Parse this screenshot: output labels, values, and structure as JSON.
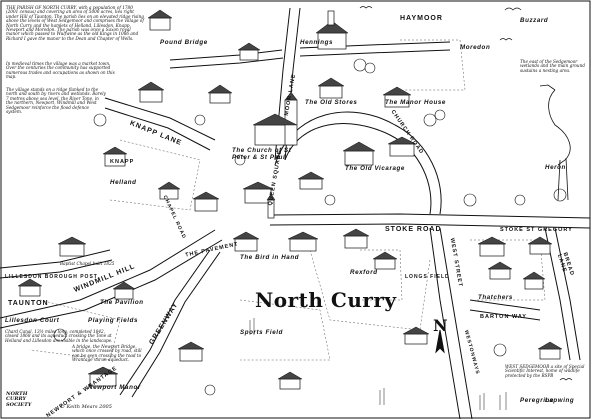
{
  "map": {
    "title": "North Curry",
    "colors": {
      "ink": "#111111",
      "paper": "#ffffff"
    },
    "intro_text": "THE PARISH OF NORTH CURRY, with a population of 1780 (2001 census) and covering an area of 5000 acres, lies right under Hill of Taunton. The parish lies on an elevated ridge rising above the levels of West Sedgemoor and comprises the village of North Curry and the hamlets of Helland, Lillesdon, Knapp, Newport and Moredon. The parish was once a Saxon royal manor which passed to Wulfwine as the old Kings in 1086 and Richard I gave the manor to the Dean and Chapter of Wells.",
    "intro_text_2": "In medieval times the village was a market town. Over the centuries the community has supported numerous trades and occupations as shown on this map.",
    "intro_text_3": "The village stands on a ridge flanked to the north and south by rivers and wetlands. Barely 7 metres above sea level, the River Tone, in the northern, Newport, Windmill and West Sedgemoor reinforce the flood defence system.",
    "canal_text": "Chard Canal, 13½ miles long, completed 1842, closed 1868 and its aqueduct crossing the Tone at Helland and Lillesdon are visible in the landscape.",
    "newport_text": "A bridge, the Newport Bridge, which once crossed by road, still can be seen crossing the road to Wrantage via an aqueduct.",
    "baptist_text": "Baptist Chapel built 1825",
    "heron_text": "The east of the Sedgemoor wetlands and the main ground sustains a nesting area.",
    "sedgemoor_text": "WEST SEDGEMOOR a site of Special Scientific Interest, home of wildlife protected by the RSPB",
    "society": "NORTH CURRY SOCIETY",
    "copyright": "© Keith Mears 2005",
    "roads": [
      {
        "label": "KNAPP LANE"
      },
      {
        "label": "WINDMILL HILL"
      },
      {
        "label": "STOKE ROAD"
      },
      {
        "label": "STOKE ST GREGORY"
      },
      {
        "label": "GREENWAY"
      },
      {
        "label": "NEWPORT & WRANTAGE"
      },
      {
        "label": "THE PAVEMENT"
      },
      {
        "label": "MOOR LANE"
      },
      {
        "label": "CHURCH ROAD"
      },
      {
        "label": "BREAD LANE"
      },
      {
        "label": "WEST STREET"
      },
      {
        "label": "CHAPEL ROAD"
      },
      {
        "label": "QUEEN SQUARE"
      },
      {
        "label": "LILLESDON BOROUGH POST"
      },
      {
        "label": "TAUNTON"
      },
      {
        "label": "KNAPP"
      },
      {
        "label": "HAYMOOR"
      },
      {
        "label": "BARTON WAY"
      },
      {
        "label": "LONGS FIELD"
      },
      {
        "label": "WESTONWAYS"
      }
    ],
    "places": [
      {
        "label": "Pound Bridge"
      },
      {
        "label": "Helland"
      },
      {
        "label": "Lillesdon Court"
      },
      {
        "label": "Newport Manor"
      },
      {
        "label": "Playing Fields"
      },
      {
        "label": "Sports Field"
      },
      {
        "label": "The Pavilion"
      },
      {
        "label": "Moredon"
      },
      {
        "label": "Hennings"
      },
      {
        "label": "The Old Stores"
      },
      {
        "label": "The Church of St Peter & St Paul"
      },
      {
        "label": "The Old Vicarage"
      },
      {
        "label": "The Manor House"
      },
      {
        "label": "The Bird in Hand"
      },
      {
        "label": "Rexford"
      },
      {
        "label": "Buzzard"
      },
      {
        "label": "Heron"
      },
      {
        "label": "Thatchers"
      },
      {
        "label": "Lapwing"
      },
      {
        "label": "Peregrine"
      }
    ],
    "compass": {
      "label": "N"
    }
  }
}
